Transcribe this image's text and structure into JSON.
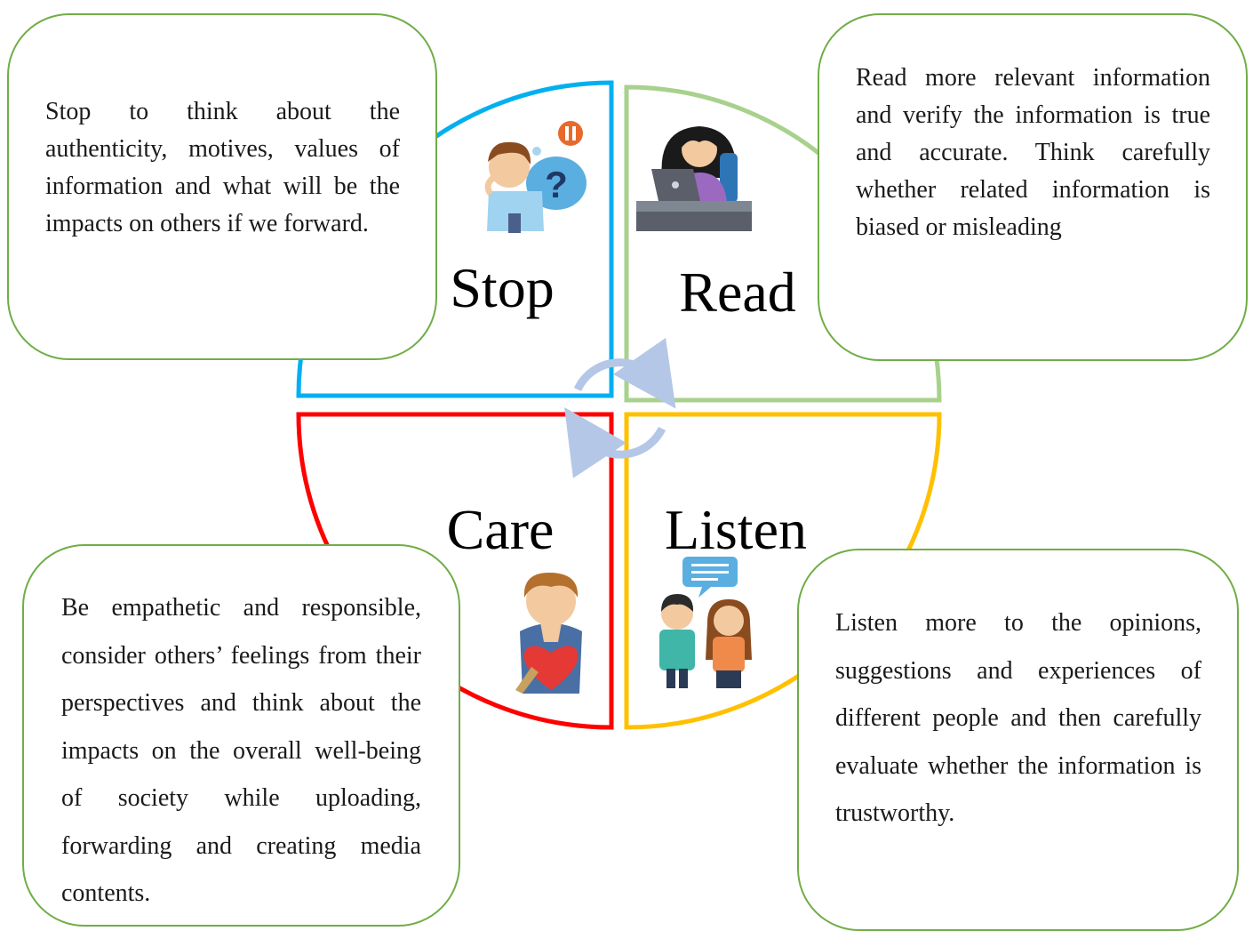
{
  "quadrants": {
    "stop": {
      "label": "Stop",
      "color": "#00b0f0",
      "icon": "thinking-person-icon",
      "description": "Stop to think about the authenticity, motives, values of information and what will be the impacts on others if we forward."
    },
    "read": {
      "label": "Read",
      "color": "#a9d18e",
      "icon": "woman-at-laptop-icon",
      "description": "Read more relevant information and verify the information is true and accurate. Think carefully whether related information is biased or misleading"
    },
    "care": {
      "label": "Care",
      "color": "#ff0000",
      "icon": "man-holding-heart-icon",
      "description": "Be empathetic and responsible, consider others’ feelings from their perspectives and think about the impacts on the overall well-being of society while uploading, forwarding and creating media contents."
    },
    "listen": {
      "label": "Listen",
      "color": "#ffc000",
      "icon": "two-people-talking-icon",
      "description": "Listen more to the opinions, suggestions and experiences of different people and then carefully evaluate whether the information is trustworthy."
    }
  },
  "box_border_color": "#70ad47",
  "cycle_arrow_color": "#b4c7e7"
}
